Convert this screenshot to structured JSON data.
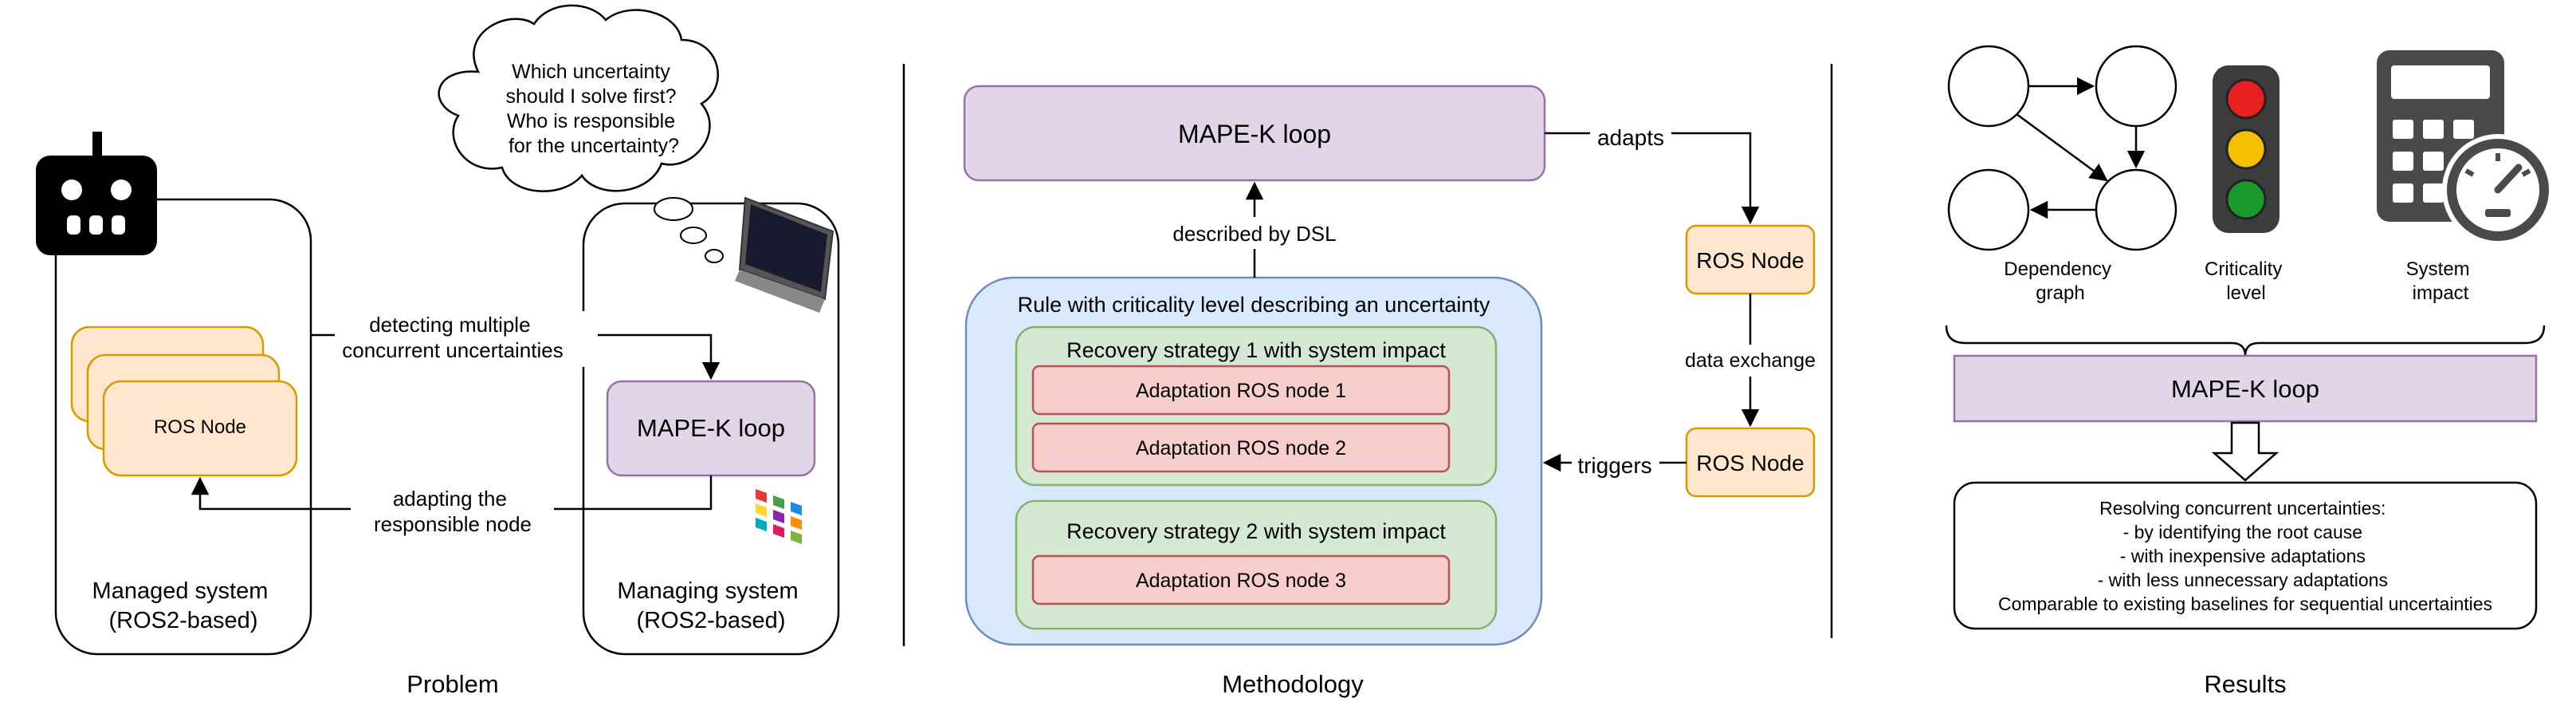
{
  "problem": {
    "caption": "Problem",
    "thought": [
      "Which uncertainty",
      "should I solve first?",
      "Who is responsible",
      "for the uncertainty?"
    ],
    "ros_node": "ROS Node",
    "managed_label": [
      "Managed system",
      "(ROS2-based)"
    ],
    "managing_label": [
      "Managing system",
      "(ROS2-based)"
    ],
    "mapek": "MAPE-K loop",
    "edge_detect": [
      "detecting multiple",
      "concurrent uncertainties"
    ],
    "edge_adapt": [
      "adapting the",
      "responsible node"
    ]
  },
  "methodology": {
    "caption": "Methodology",
    "mapek": "MAPE-K loop",
    "adapts": "adapts",
    "described_by": "described by DSL",
    "rule_title": "Rule with criticality level describing an uncertainty",
    "strategy1": "Recovery strategy 1 with system impact",
    "strategy2": "Recovery strategy 2 with system impact",
    "node1": "Adaptation ROS node 1",
    "node2": "Adaptation ROS node 2",
    "node3": "Adaptation ROS node 3",
    "ros_node_top": "ROS Node",
    "ros_node_bottom": "ROS Node",
    "data_exchange": "data exchange",
    "triggers": "triggers"
  },
  "results": {
    "caption": "Results",
    "dep_graph": [
      "Dependency",
      "graph"
    ],
    "criticality": [
      "Criticality",
      "level"
    ],
    "system_impact": [
      "System",
      "impact"
    ],
    "mapek": "MAPE-K loop",
    "result_lines": [
      "Resolving concurrent uncertainties:",
      "- by identifying the root cause",
      "- with inexpensive adaptations",
      "- with less unnecessary adaptations",
      "Comparable to existing baselines for sequential uncertainties"
    ]
  },
  "colors": {
    "purple_fill": "#e1d5e7",
    "purple_stroke": "#9673a6",
    "orange_fill": "#ffe6cc",
    "orange_stroke": "#d79b00",
    "blue_fill": "#dae8fc",
    "blue_stroke": "#6c8ebf",
    "green_fill": "#d5e8d4",
    "green_stroke": "#82b366",
    "red_fill": "#f8cecc",
    "red_stroke": "#b85450",
    "icon_dark": "#3c3c3c",
    "light_red": "#e82020",
    "light_yellow": "#f5c000",
    "light_green": "#1a9a2a"
  }
}
